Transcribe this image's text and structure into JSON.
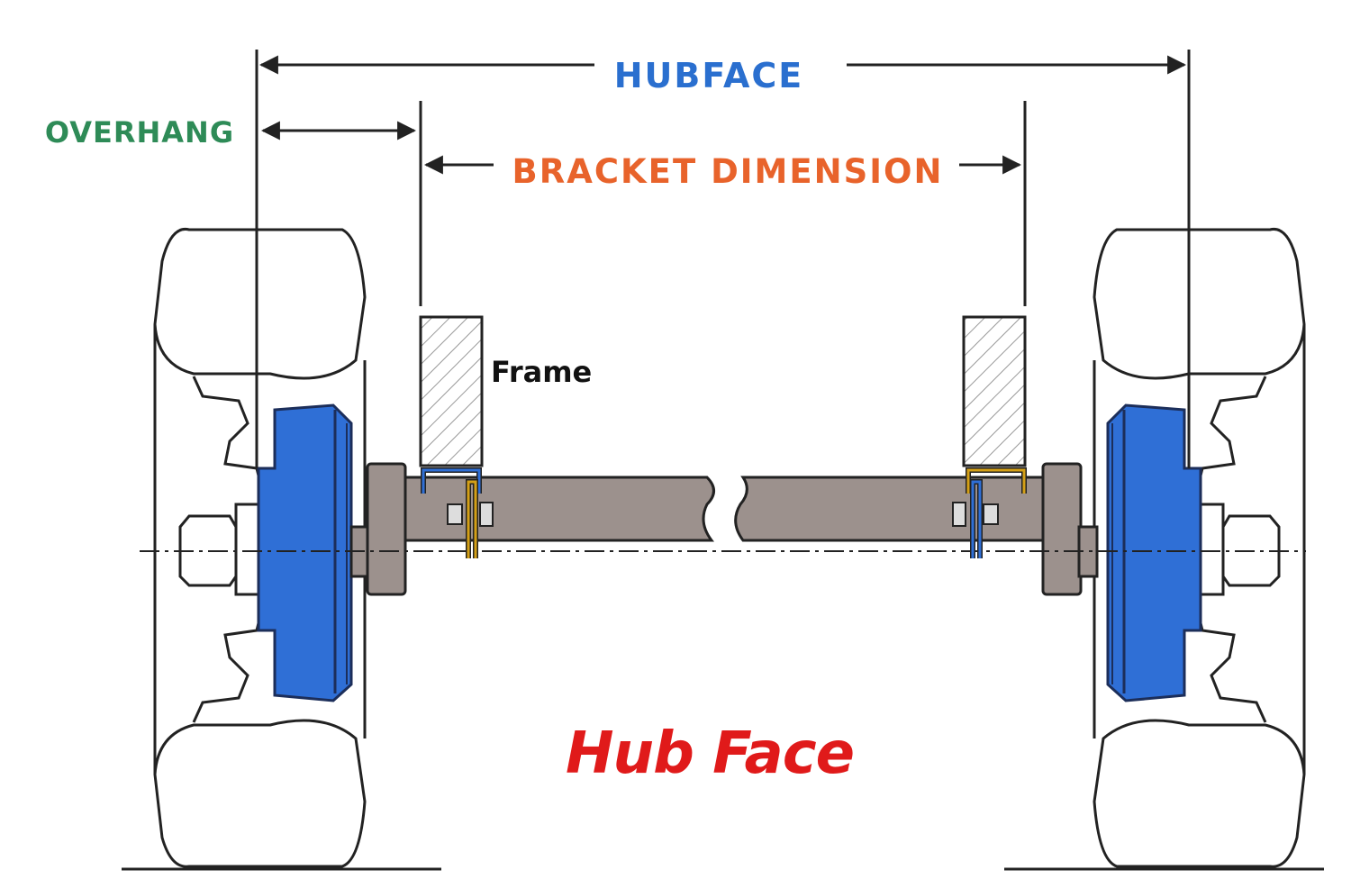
{
  "labels": {
    "hubface": "HUBFACE",
    "overhang": "OVERHANG",
    "bracket_dimension": "BRACKET DIMENSION",
    "frame": "Frame",
    "title": "Hub Face"
  },
  "colors": {
    "hubface": "#2a6fcf",
    "overhang": "#2e8b57",
    "bracket_dimension": "#e8632b",
    "title": "#e01a1a",
    "drum": "#2f6fd6",
    "axle": "#9c918d",
    "bracket": "#d4a017",
    "line": "#222222"
  }
}
